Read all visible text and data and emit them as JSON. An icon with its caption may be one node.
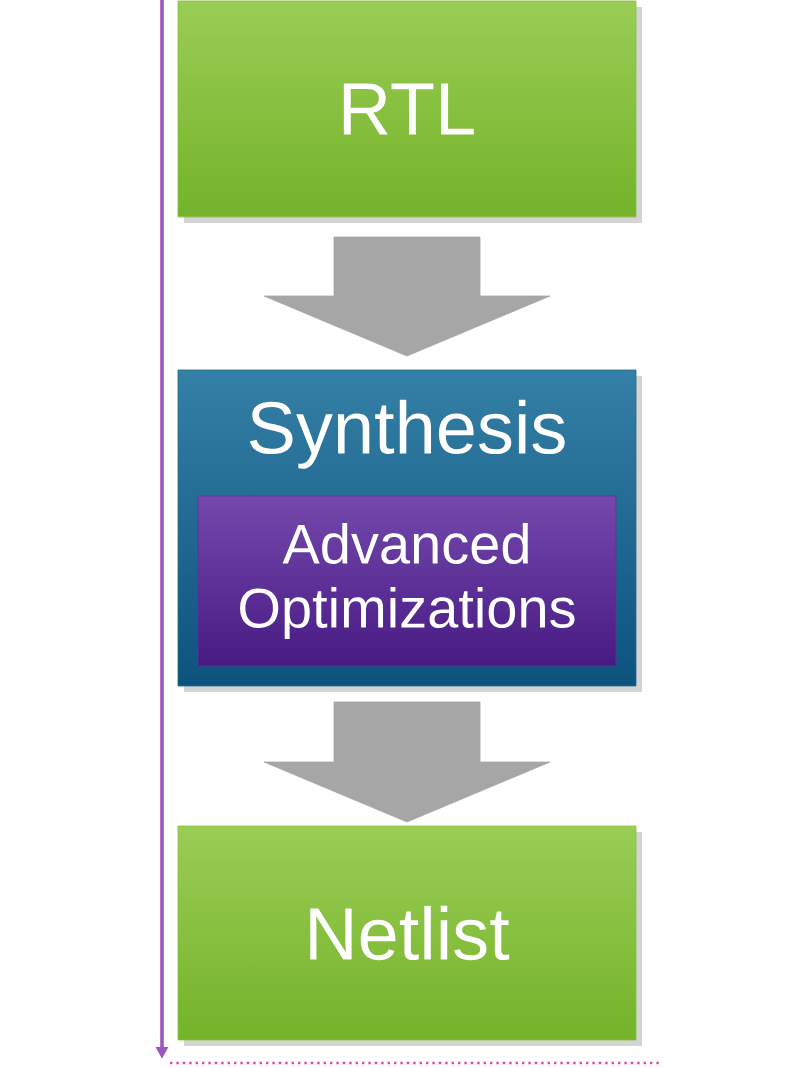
{
  "diagram": {
    "nodes": [
      {
        "text": [
          "RTL"
        ]
      },
      {
        "text": [
          "Synthesis"
        ]
      },
      {
        "text": [
          "Advanced Optimizations"
        ],
        "in": 1
      },
      {
        "text": [
          "Netlist"
        ]
      }
    ],
    "edges": [
      {
        "from": 0,
        "to": 1,
        "arrow": "to"
      },
      {
        "from": 1,
        "to": 3,
        "arrow": "to"
      }
    ]
  }
}
